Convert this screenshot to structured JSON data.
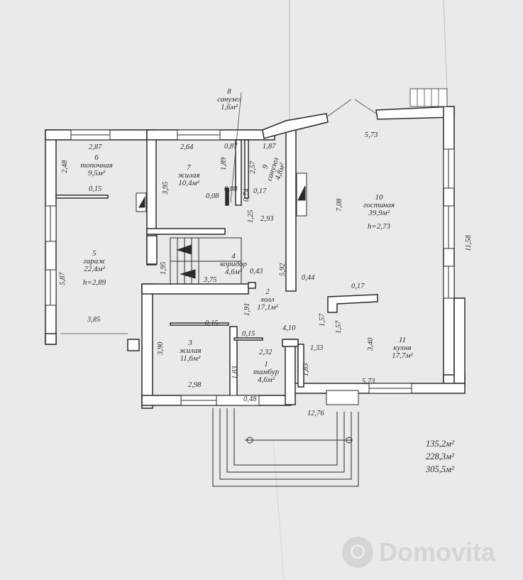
{
  "rooms": {
    "r1": {
      "num": "1",
      "name": "тамбур",
      "area": "4,6м²"
    },
    "r2": {
      "num": "2",
      "name": "холл",
      "area": "17,1м²"
    },
    "r3": {
      "num": "3",
      "name": "жилая",
      "area": "11,6м²"
    },
    "r4": {
      "num": "4",
      "name": "коридор",
      "area": "4,6м²"
    },
    "r5": {
      "num": "5",
      "name": "гараж",
      "area": "22,4м²",
      "height": "h=2,89"
    },
    "r6": {
      "num": "6",
      "name": "топочная",
      "area": "9,5м²"
    },
    "r7": {
      "num": "7",
      "name": "жилая",
      "area": "10,4м²"
    },
    "r8": {
      "num": "8",
      "name": "санузел",
      "area": "1,6м²"
    },
    "r9": {
      "num": "9",
      "name": "санузел",
      "area": "4,8м²"
    },
    "r10": {
      "num": "10",
      "name": "гостиная",
      "area": "39,9м²",
      "height": "h=2,73"
    },
    "r11": {
      "num": "11",
      "name": "кухня",
      "area": "17,7м²"
    }
  },
  "dimensions": {
    "d287": "2,87",
    "d248": "2,48",
    "d015a": "0,15",
    "d587": "5,87",
    "d385": "3,85",
    "d264": "2,64",
    "d395": "3,95",
    "d087a": "0,87",
    "d189": "1,89",
    "d008": "0,08",
    "d088": "0,88",
    "d074": "0,74",
    "d187": "1,87",
    "d257": "2,57",
    "d017a": "0,17",
    "d125": "1,25",
    "d293": "2,93",
    "d195": "1,95",
    "d375": "3,75",
    "d043": "0,43",
    "d573a": "5,73",
    "d708": "7,08",
    "d1158": "11,58",
    "d592": "5,92",
    "d044": "0,44",
    "d017b": "0,17",
    "d191": "1,91",
    "d157a": "1,57",
    "d157b": "1,57",
    "d410": "4,10",
    "d015b": "0,15",
    "d015c": "0,15",
    "d390": "3,90",
    "d232": "2,32",
    "d183a": "1,83",
    "d298": "2,98",
    "d048": "0,48",
    "d133": "1,33",
    "d340": "3,40",
    "d183b": "1,83",
    "d573b": "5,73",
    "d1276": "12,76"
  },
  "totals": [
    "135,2м²",
    "228,3м²",
    "305,5м²"
  ],
  "watermark": {
    "text": "Domovita"
  }
}
